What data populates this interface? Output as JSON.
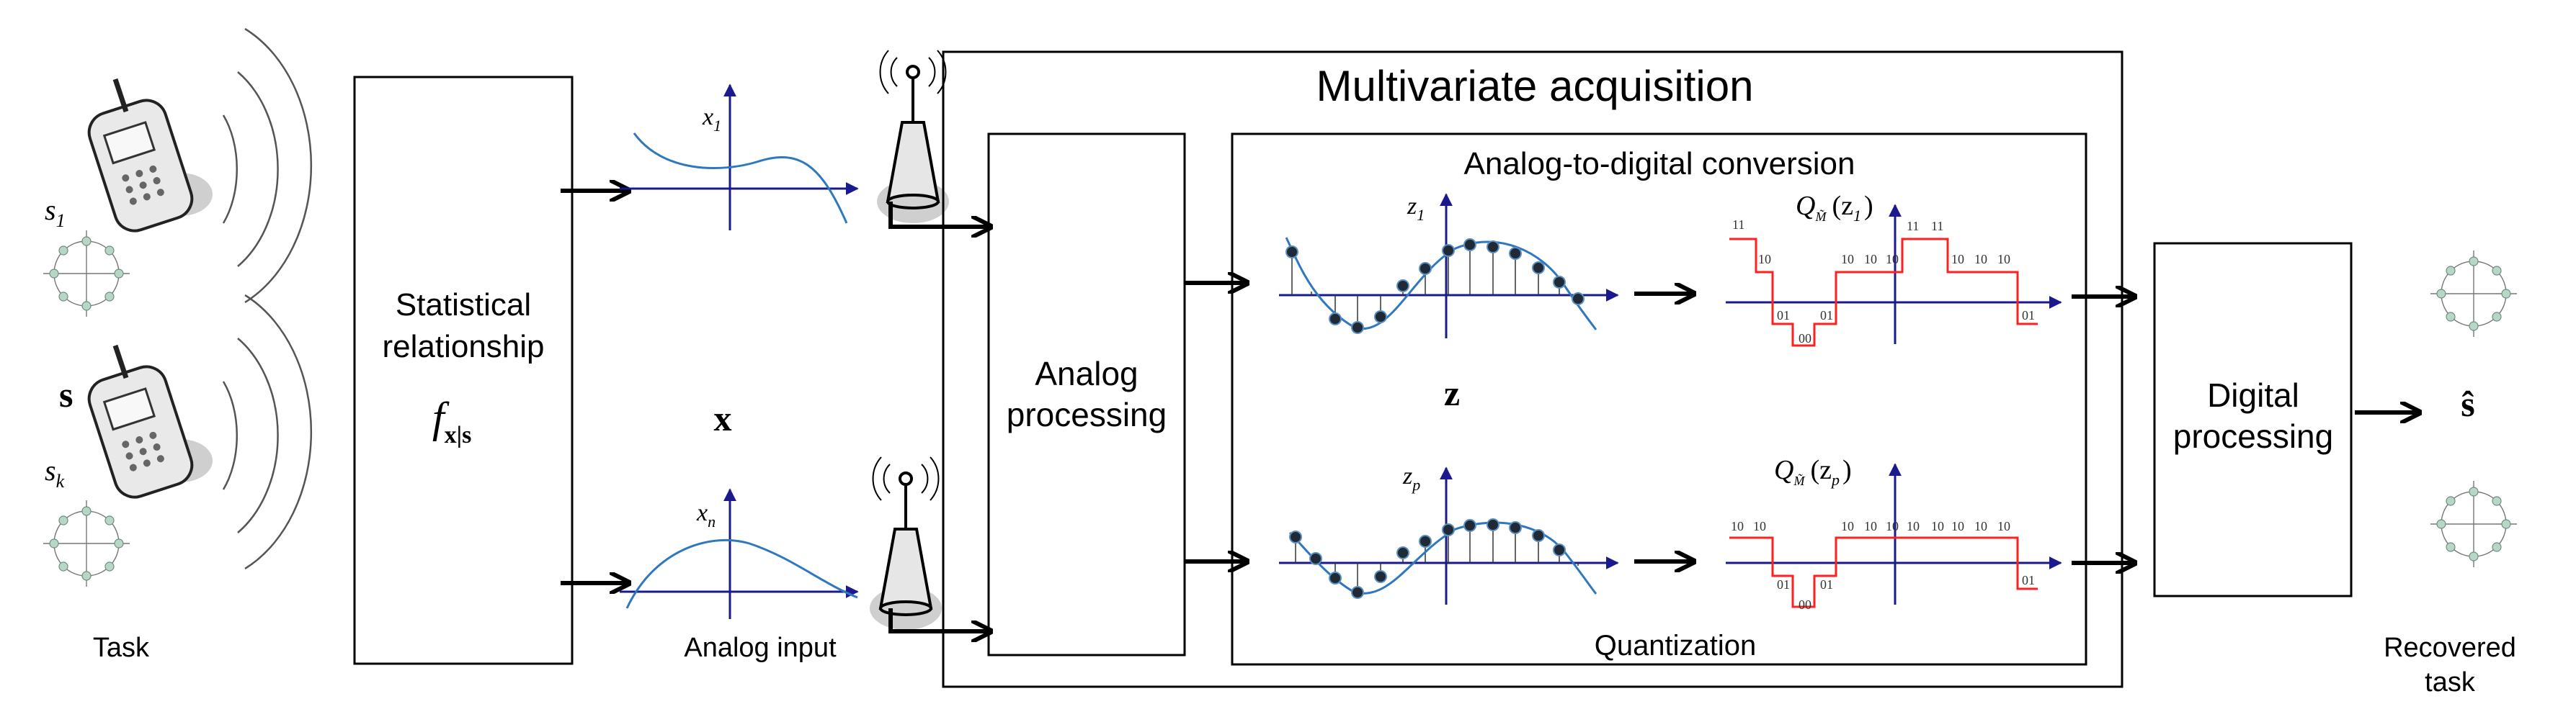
{
  "labels": {
    "task": "Task",
    "analog_input": "Analog input",
    "recovered_task_1": "Recovered",
    "recovered_task_2": "task",
    "stat_line1": "Statistical",
    "stat_line2": "relationship",
    "stat_func": "f",
    "stat_sub": "x|s",
    "multivariate": "Multivariate acquisition",
    "adc": "Analog-to-digital conversion",
    "analog_proc_1": "Analog",
    "analog_proc_2": "processing",
    "digital_proc_1": "Digital",
    "digital_proc_2": "processing",
    "quantization": "Quantization",
    "vec_s": "s",
    "vec_x": "x",
    "vec_z": "z",
    "s_hat": "ŝ",
    "s1": "s",
    "s1_sub": "1",
    "sk": "s",
    "sk_sub": "k",
    "x1": "x",
    "x1_sub": "1",
    "xn": "x",
    "xn_sub": "n",
    "z1": "z",
    "z1_sub": "1",
    "zp": "z",
    "zp_sub": "p",
    "q1_pre": "Q",
    "q1_sub": "M̃",
    "q1_arg": "(z",
    "q1_arg_sub": "1",
    "q1_close": ")",
    "q2_pre": "Q",
    "q2_sub": "M̃",
    "q2_arg": "(z",
    "q2_arg_sub": "p",
    "q2_close": ")"
  },
  "codes_top": [
    "11",
    "10",
    "01",
    "00",
    "01",
    "10",
    "10",
    "10",
    "11",
    "11",
    "10",
    "10",
    "10",
    "01"
  ],
  "codes_bottom": [
    "10",
    "10",
    "01",
    "00",
    "01",
    "10",
    "10",
    "10",
    "10",
    "10",
    "10",
    "10",
    "10",
    "01"
  ]
}
